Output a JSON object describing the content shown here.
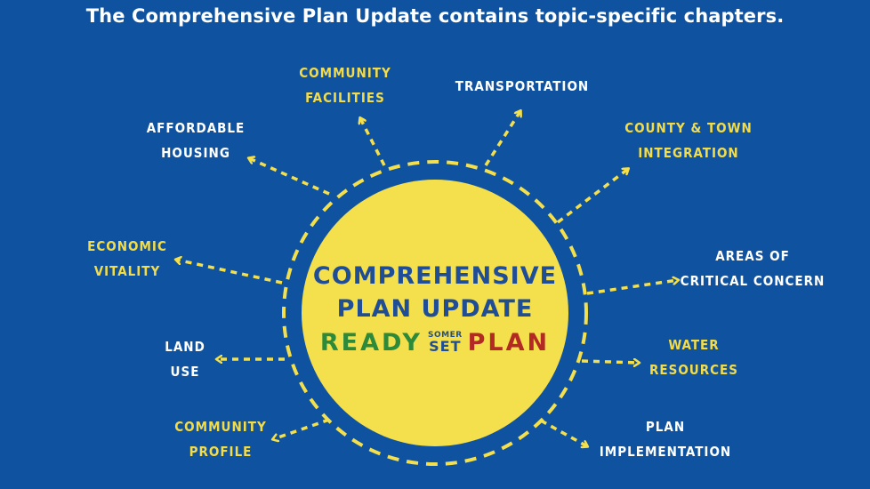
{
  "title": "The Comprehensive Plan Update contains topic-specific chapters.",
  "center": {
    "line1": "COMPREHENSIVE",
    "line2": "PLAN UPDATE",
    "brand_ready": "READY",
    "brand_somer": "SOMER",
    "brand_set": "SET",
    "brand_plan": "PLAN"
  },
  "chapters": [
    {
      "line1": "COMMUNITY",
      "line2": "FACILITIES",
      "color": "#f3dc4a"
    },
    {
      "line1": "TRANSPORTATION",
      "line2": "",
      "color": "#ffffff"
    },
    {
      "line1": "COUNTY & TOWN",
      "line2": "INTEGRATION",
      "color": "#f3dc4a"
    },
    {
      "line1": "AFFORDABLE",
      "line2": "HOUSING",
      "color": "#ffffff"
    },
    {
      "line1": "ECONOMIC",
      "line2": "VITALITY",
      "color": "#f3dc4a"
    },
    {
      "line1": "AREAS OF",
      "line2": "CRITICAL CONCERN",
      "color": "#ffffff"
    },
    {
      "line1": "LAND",
      "line2": "USE",
      "color": "#ffffff"
    },
    {
      "line1": "WATER",
      "line2": "RESOURCES",
      "color": "#f3dc4a"
    },
    {
      "line1": "COMMUNITY",
      "line2": "PROFILE",
      "color": "#f3dc4a"
    },
    {
      "line1": "PLAN",
      "line2": "IMPLEMENTATION",
      "color": "#ffffff"
    }
  ],
  "colors": {
    "background": "#0f52a0",
    "sun": "#f4df4c",
    "dash": "#f4df4c",
    "center_text": "#1f4e96",
    "ready": "#2c8a3a",
    "plan": "#b32a24"
  }
}
